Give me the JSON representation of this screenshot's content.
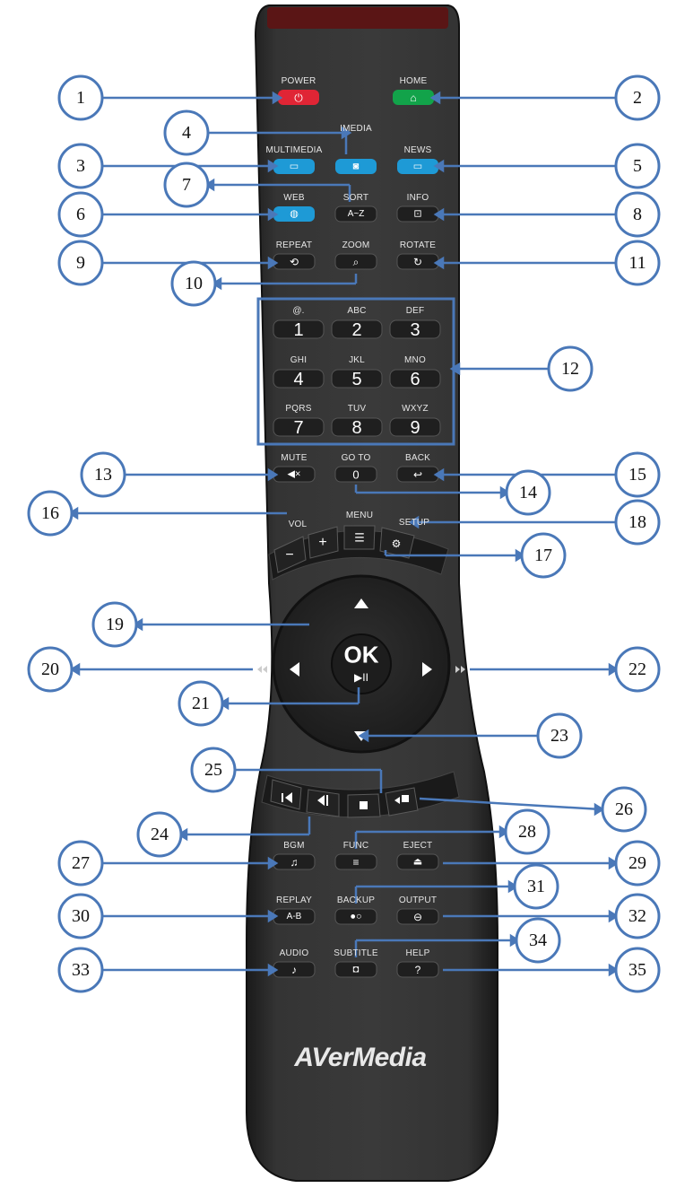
{
  "colors": {
    "remote_body": "#303030",
    "remote_edge": "#1c1c1c",
    "button": "#1f1f1f",
    "callout_stroke": "#4a78b8",
    "callout_fill": "#ffffff",
    "power": "#e02535",
    "home": "#12a34a",
    "media_blue": "#1e9ad6",
    "ir_window": "#5a1515"
  },
  "brand": "AVerMedia",
  "labels": {
    "power": "POWER",
    "home": "HOME",
    "imedia": "IMEDIA",
    "multimedia": "MULTIMEDIA",
    "news": "NEWS",
    "web": "WEB",
    "sort": "SORT",
    "info": "INFO",
    "repeat": "REPEAT",
    "zoom": "ZOOM",
    "rotate": "ROTATE",
    "mute": "MUTE",
    "goto": "GO TO",
    "back": "BACK",
    "vol": "VOL",
    "menu": "MENU",
    "setup": "SETUP",
    "bgm": "BGM",
    "func": "FUNC",
    "eject": "EJECT",
    "replay": "REPLAY",
    "backup": "BACKUP",
    "output": "OUTPUT",
    "audio": "AUDIO",
    "subtitle": "SUBTITLE",
    "help": "HELP"
  },
  "keypad": [
    {
      "letters": "@.",
      "digit": "1"
    },
    {
      "letters": "ABC",
      "digit": "2"
    },
    {
      "letters": "DEF",
      "digit": "3"
    },
    {
      "letters": "GHI",
      "digit": "4"
    },
    {
      "letters": "JKL",
      "digit": "5"
    },
    {
      "letters": "MNO",
      "digit": "6"
    },
    {
      "letters": "PQRS",
      "digit": "7"
    },
    {
      "letters": "TUV",
      "digit": "8"
    },
    {
      "letters": "WXYZ",
      "digit": "9"
    }
  ],
  "button_text": {
    "sort": "A~Z",
    "goto": "0",
    "ok": "OK",
    "play_pause": "▶II",
    "replay": "A-B",
    "help": "?"
  },
  "icons": {
    "power": "power-icon",
    "home": "home-icon",
    "multimedia": "folder-icon",
    "imedia": "camera-icon",
    "news": "monitor-icon",
    "web": "globe-icon",
    "info": "info-icon",
    "repeat": "repeat-icon",
    "zoom": "magnifier-icon",
    "rotate": "rotate-icon",
    "mute": "mute-icon",
    "back": "back-arrow-icon",
    "vol_down": "minus-icon",
    "vol_up": "plus-icon",
    "menu": "menu-lines-icon",
    "setup": "gear-icon",
    "up": "arrow-up-icon",
    "down": "arrow-down-icon",
    "left": "arrow-left-icon",
    "right": "arrow-right-icon",
    "rewind": "rewind-icon",
    "fast_forward": "fast-forward-icon",
    "prev": "skip-previous-icon",
    "next": "skip-next-icon",
    "stop": "stop-icon",
    "slideshow": "slideshow-icon",
    "bgm": "music-note-icon",
    "func": "func-lines-icon",
    "eject": "eject-icon",
    "backup": "backup-icon",
    "output": "output-icon",
    "audio": "audio-note-icon",
    "subtitle": "subtitle-icon"
  },
  "callouts": [
    "1",
    "2",
    "3",
    "4",
    "5",
    "6",
    "7",
    "8",
    "9",
    "10",
    "11",
    "12",
    "13",
    "14",
    "15",
    "16",
    "17",
    "18",
    "19",
    "20",
    "21",
    "22",
    "23",
    "24",
    "25",
    "26",
    "27",
    "28",
    "29",
    "30",
    "31",
    "32",
    "33",
    "34",
    "35"
  ]
}
